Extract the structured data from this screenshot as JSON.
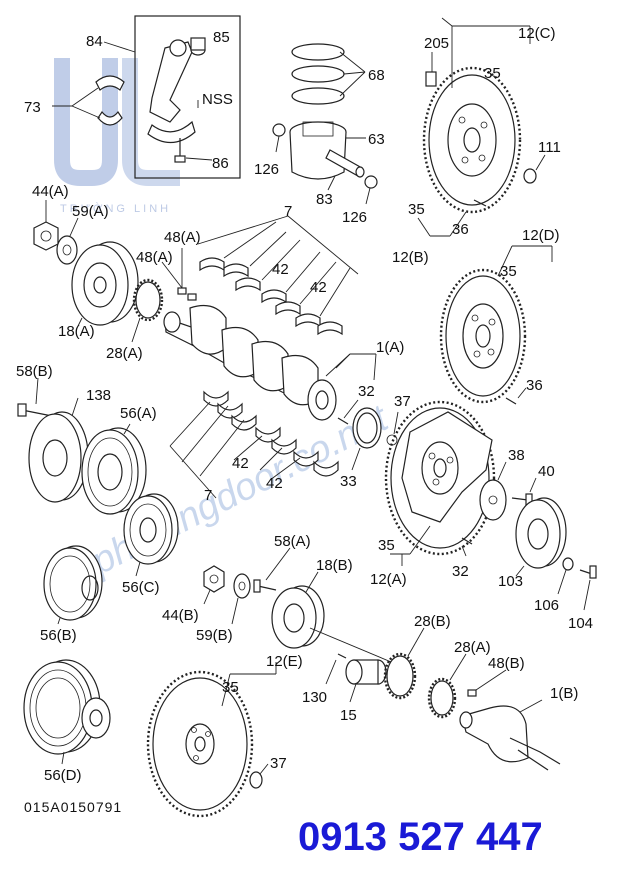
{
  "diagram": {
    "drawing_code": "015A0150791",
    "phone": "0913 527 447",
    "watermark": {
      "logo_text": "TRƯỜNG LINH",
      "site_text": "phutungdoor.co.net"
    },
    "callouts": {
      "c84": "84",
      "c85": "85",
      "c73": "73",
      "cNSS": "NSS",
      "c86": "86",
      "c68": "68",
      "c63": "63",
      "c126a": "126",
      "c83": "83",
      "c126b": "126",
      "c205": "205",
      "c12C": "12(C)",
      "c35a": "35",
      "c111": "111",
      "c35b": "35",
      "c36a": "36",
      "c12B": "12(B)",
      "c44A": "44(A)",
      "c59A": "59(A)",
      "c48Aa": "48(A)",
      "c48Ab": "48(A)",
      "c7a": "7",
      "c42a": "42",
      "c42b": "42",
      "c18A": "18(A)",
      "c28A": "28(A)",
      "c12D": "12(D)",
      "c35c": "35",
      "c36b": "36",
      "c1A": "1(A)",
      "c32a": "32",
      "c37a": "37",
      "c58B": "58(B)",
      "c138": "138",
      "c56A": "56(A)",
      "c42c": "42",
      "c42d": "42",
      "c7b": "7",
      "c33": "33",
      "c38": "38",
      "c40": "40",
      "c56C": "56(C)",
      "c35d": "35",
      "c12A": "12(A)",
      "c32b": "32",
      "c103": "103",
      "c106": "106",
      "c104": "104",
      "c58A": "58(A)",
      "c18B": "18(B)",
      "c44B": "44(B)",
      "c59B": "59(B)",
      "c56B": "56(B)",
      "c28B": "28(B)",
      "c28A2": "28(A)",
      "c48B": "48(B)",
      "c1B": "1(B)",
      "c12E": "12(E)",
      "c35e": "35",
      "c130": "130",
      "c15": "15",
      "c37b": "37",
      "c56D": "56(D)"
    }
  }
}
